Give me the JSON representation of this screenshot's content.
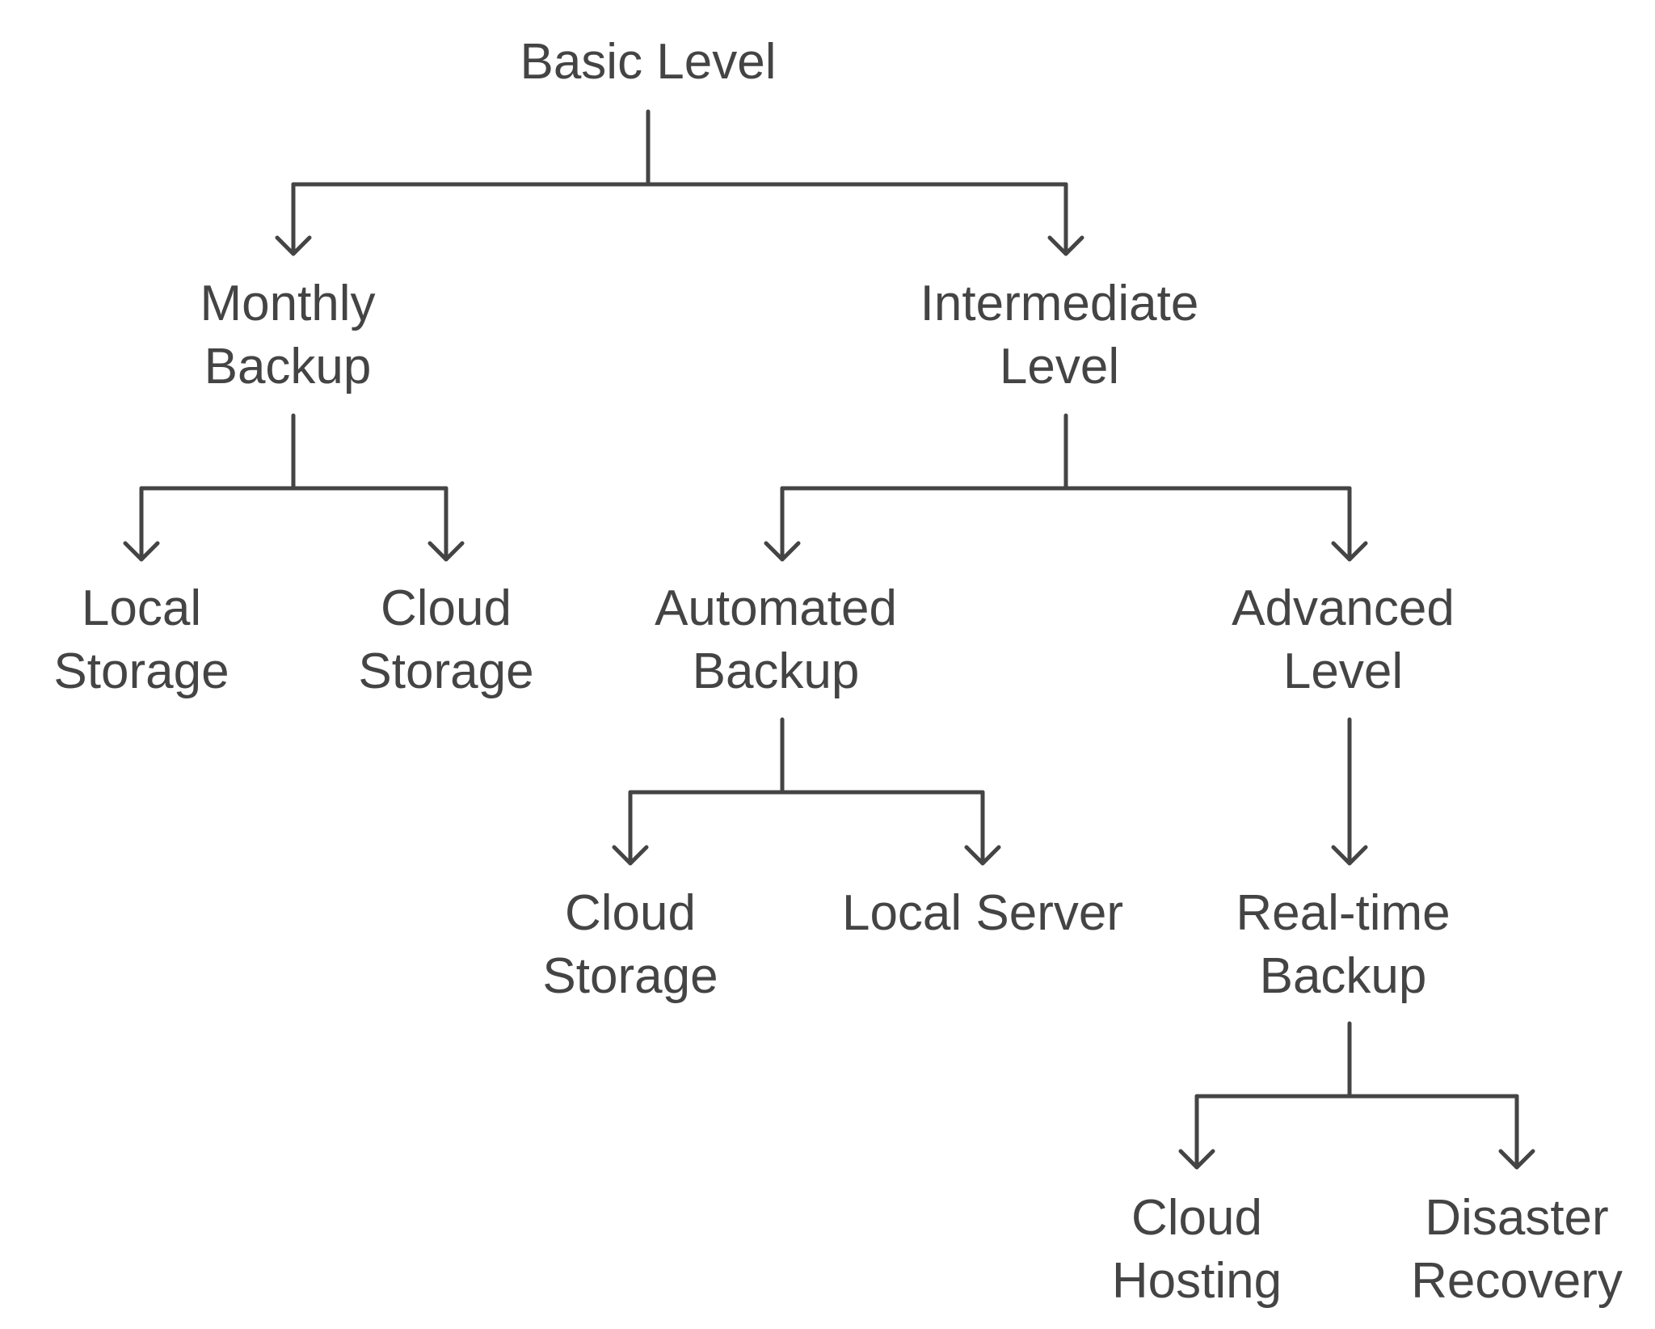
{
  "colors": {
    "line": "#444444",
    "text": "#444444",
    "background": "#ffffff"
  },
  "nodes": [
    {
      "id": "basic-level",
      "lines": [
        "Basic Level"
      ]
    },
    {
      "id": "monthly-backup",
      "lines": [
        "Monthly",
        "Backup"
      ]
    },
    {
      "id": "intermediate-level",
      "lines": [
        "Intermediate",
        "Level"
      ]
    },
    {
      "id": "local-storage",
      "lines": [
        "Local",
        "Storage"
      ]
    },
    {
      "id": "cloud-storage-1",
      "lines": [
        "Cloud",
        "Storage"
      ]
    },
    {
      "id": "automated-backup",
      "lines": [
        "Automated",
        "Backup"
      ]
    },
    {
      "id": "advanced-level",
      "lines": [
        "Advanced",
        "Level"
      ]
    },
    {
      "id": "cloud-storage-2",
      "lines": [
        "Cloud",
        "Storage"
      ]
    },
    {
      "id": "local-server",
      "lines": [
        "Local Server"
      ]
    },
    {
      "id": "real-time-backup",
      "lines": [
        "Real-time",
        "Backup"
      ]
    },
    {
      "id": "cloud-hosting",
      "lines": [
        "Cloud",
        "Hosting"
      ]
    },
    {
      "id": "disaster-recovery",
      "lines": [
        "Disaster",
        "Recovery"
      ]
    }
  ],
  "edges": [
    {
      "from": "basic-level",
      "to": "monthly-backup"
    },
    {
      "from": "basic-level",
      "to": "intermediate-level"
    },
    {
      "from": "monthly-backup",
      "to": "local-storage"
    },
    {
      "from": "monthly-backup",
      "to": "cloud-storage-1"
    },
    {
      "from": "intermediate-level",
      "to": "automated-backup"
    },
    {
      "from": "intermediate-level",
      "to": "advanced-level"
    },
    {
      "from": "automated-backup",
      "to": "cloud-storage-2"
    },
    {
      "from": "automated-backup",
      "to": "local-server"
    },
    {
      "from": "advanced-level",
      "to": "real-time-backup"
    },
    {
      "from": "real-time-backup",
      "to": "cloud-hosting"
    },
    {
      "from": "real-time-backup",
      "to": "disaster-recovery"
    }
  ]
}
